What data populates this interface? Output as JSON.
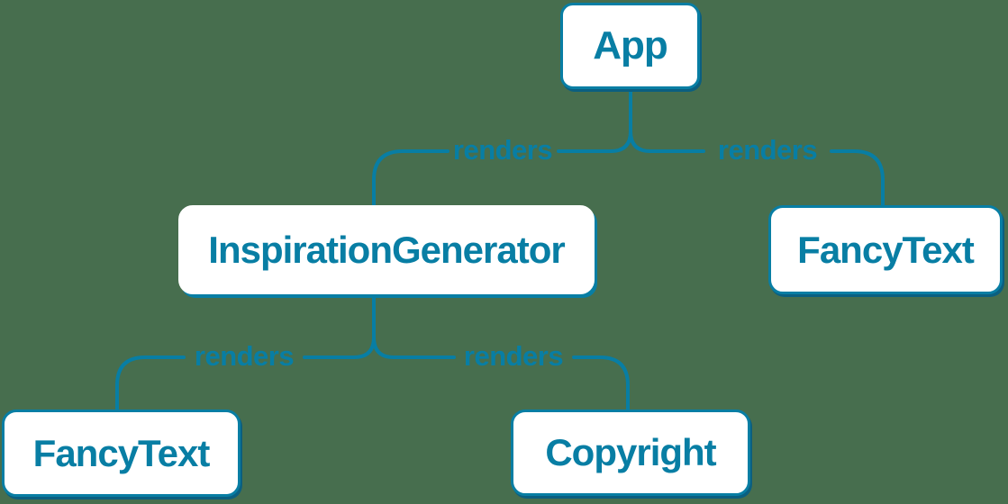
{
  "colors": {
    "background": "#476e4e",
    "accent": "#087ea4",
    "node_fill": "#ffffff",
    "node_shadow": "#0b5f80"
  },
  "nodes": [
    {
      "id": "app",
      "label": "App",
      "highlighted": false
    },
    {
      "id": "inspiration-generator",
      "label": "InspirationGenerator",
      "highlighted": true
    },
    {
      "id": "fancy-text-top",
      "label": "FancyText",
      "highlighted": false
    },
    {
      "id": "fancy-text-bottom",
      "label": "FancyText",
      "highlighted": false
    },
    {
      "id": "copyright",
      "label": "Copyright",
      "highlighted": false
    }
  ],
  "edges": [
    {
      "from": "App",
      "to": "InspirationGenerator",
      "label": "renders"
    },
    {
      "from": "App",
      "to": "FancyText",
      "label": "renders"
    },
    {
      "from": "InspirationGenerator",
      "to": "FancyText",
      "label": "renders"
    },
    {
      "from": "InspirationGenerator",
      "to": "Copyright",
      "label": "renders"
    }
  ]
}
